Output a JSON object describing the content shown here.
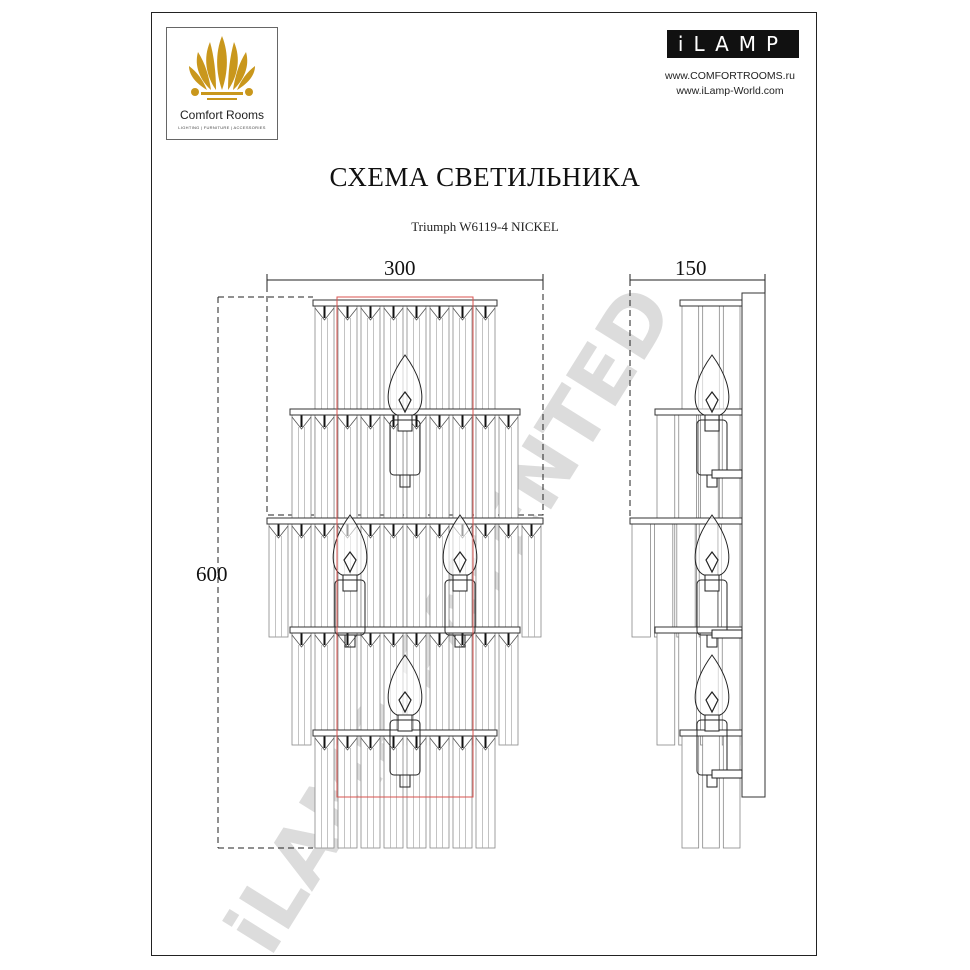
{
  "brand": {
    "comfort_rooms_name": "Comfort Rooms",
    "comfort_rooms_tagline": "LIGHTING | FURNITURE | ACCESSORIES",
    "ilamp_logo": "iLAMP",
    "urls": [
      "www.COMFORTROOMS.ru",
      "www.iLamp-World.com"
    ],
    "gold_color": "#c9971c"
  },
  "title": "СХЕМА СВЕТИЛЬНИКА",
  "model": "Triumph W6119-4 NICKEL",
  "dimensions": {
    "width": "300",
    "height": "600",
    "depth": "150"
  },
  "watermark": "iLAMP PATENTED"
}
